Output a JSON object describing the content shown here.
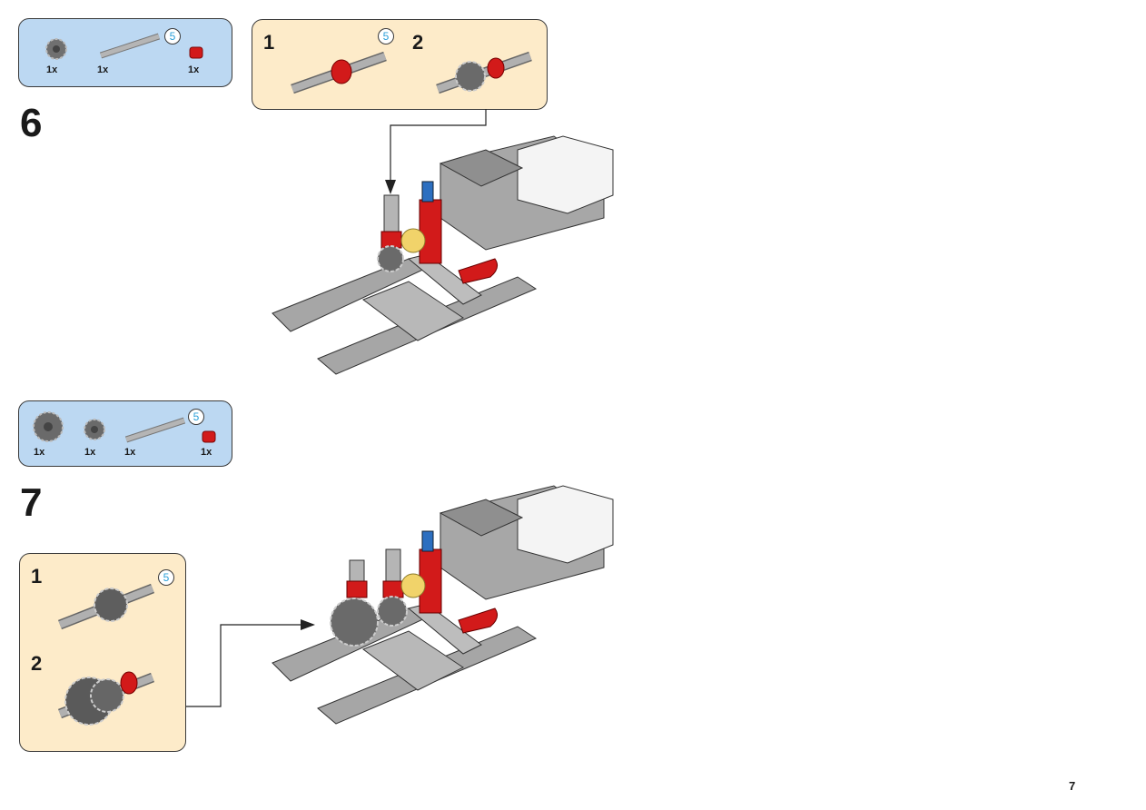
{
  "page": {
    "number": "7"
  },
  "steps": [
    {
      "number": "6",
      "parts": [
        {
          "name": "12-tooth double bevel gear",
          "color": "dark-gray",
          "qty": "1x"
        },
        {
          "name": "axle",
          "color": "light-gray",
          "qty": "1x",
          "length": "5"
        },
        {
          "name": "bush",
          "color": "red",
          "qty": "1x"
        }
      ],
      "substeps": [
        {
          "number": "1",
          "description": "red bush on axle",
          "axle_length": "5"
        },
        {
          "number": "2",
          "description": "12-tooth gear added to axle"
        }
      ]
    },
    {
      "number": "7",
      "parts": [
        {
          "name": "20-tooth double bevel gear",
          "color": "dark-gray",
          "qty": "1x"
        },
        {
          "name": "12-tooth double bevel gear",
          "color": "dark-gray",
          "qty": "1x"
        },
        {
          "name": "axle",
          "color": "light-gray",
          "qty": "1x",
          "length": "5"
        },
        {
          "name": "bush",
          "color": "red",
          "qty": "1x"
        }
      ],
      "substeps": [
        {
          "number": "1",
          "description": "12-tooth gear on axle",
          "axle_length": "5"
        },
        {
          "number": "2",
          "description": "20-tooth gear and red bush added"
        }
      ]
    }
  ],
  "colors": {
    "parts_box": "#bcd8f2",
    "substep_box": "#fdebc9",
    "brick_red": "#d21a1a",
    "brick_blue": "#2c6fc0",
    "light_gray": "#a8a8a8",
    "dark_gray": "#5a5a5a",
    "length_label": "#2a9fd8"
  }
}
